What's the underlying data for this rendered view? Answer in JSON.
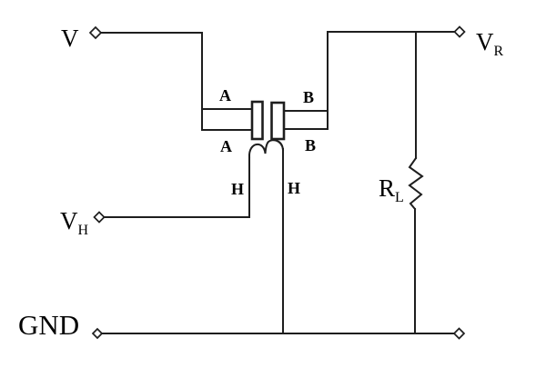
{
  "labels": {
    "v": "V",
    "vr": {
      "main": "V",
      "sub": "R"
    },
    "vh": {
      "main": "V",
      "sub": "H"
    },
    "gnd": "GND",
    "rl": {
      "main": "R",
      "sub": "L"
    },
    "a_top": "A",
    "a_bottom": "A",
    "b_top": "B",
    "b_bottom": "B",
    "h_left": "H",
    "h_right": "H"
  },
  "colors": {
    "background": "#ffffff",
    "line": "#1e1e1e",
    "text": "#000000"
  }
}
